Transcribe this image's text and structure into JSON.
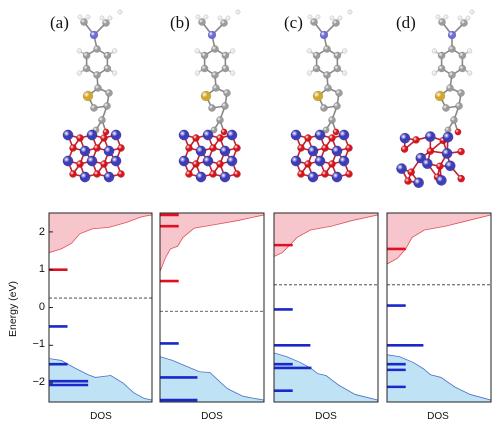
{
  "figure": {
    "panel_labels": [
      "(a)",
      "(b)",
      "(c)",
      "(d)"
    ],
    "y_axis_label": "Energy (eV)",
    "x_axis_label": "DOS",
    "y_ticks": [
      "2",
      "1",
      "0",
      "−1",
      "−2"
    ],
    "colors": {
      "conduction_band_fill": "#f7c6cc",
      "conduction_band_line": "#e0505a",
      "valence_band_fill": "#bfe3f5",
      "valence_band_line": "#4a70c8",
      "red_level": "#e01020",
      "blue_level": "#1a28cc",
      "oxygen_atom": "#d81018",
      "metal_atom": "#3a3ab8",
      "carbon_atom": "#9a9a9a",
      "sulfur_atom": "#d2a52a",
      "nitrogen_atom": "#6a6ad8",
      "hydrogen_atom": "#e8e8e8"
    }
  },
  "chart_data": {
    "type": "density_of_states",
    "ylim": [
      -2.5,
      2.5
    ],
    "panels": [
      {
        "label": "(a)",
        "fermi_level": 0.25,
        "occupied_levels": [
          -0.5,
          -1.5,
          -1.95,
          -2.05
        ],
        "unoccupied_levels": [
          1.0
        ]
      },
      {
        "label": "(b)",
        "fermi_level": -0.1,
        "occupied_levels": [
          -0.95,
          -1.85,
          -2.45
        ],
        "unoccupied_levels": [
          0.7,
          2.15,
          2.45
        ]
      },
      {
        "label": "(c)",
        "fermi_level": 0.6,
        "occupied_levels": [
          -0.05,
          -1.0,
          -1.5,
          -1.6,
          -2.2
        ],
        "unoccupied_levels": [
          1.65
        ]
      },
      {
        "label": "(d)",
        "fermi_level": 0.6,
        "occupied_levels": [
          0.05,
          -1.0,
          -1.5,
          -1.65,
          -2.1
        ],
        "unoccupied_levels": [
          1.55
        ]
      }
    ]
  }
}
